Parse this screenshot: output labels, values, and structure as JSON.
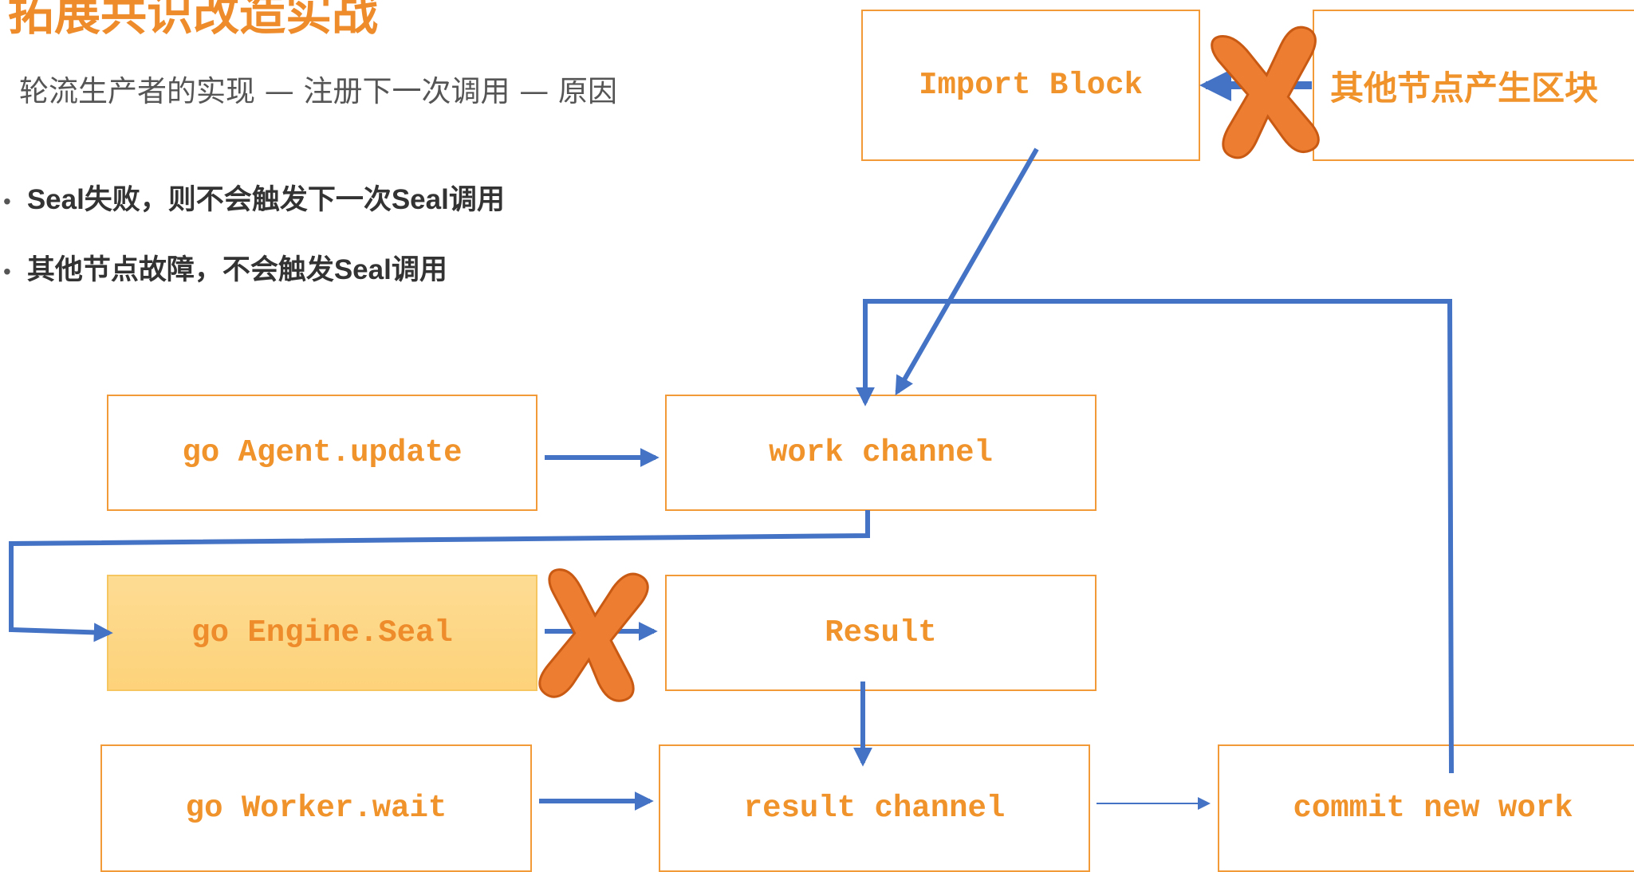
{
  "slide": {
    "title": "拓展共识改造实战",
    "subtitle": "轮流生产者的实现 — 注册下一次调用 — 原因",
    "bullets": [
      "Seal失败，则不会触发下一次Seal调用",
      "其他节点故障，不会触发Seal调用"
    ]
  },
  "diagram": {
    "nodes": {
      "import_block": "Import Block",
      "other_nodes": "其他节点产生区块",
      "agent_update": "go Agent.update",
      "work_channel": "work channel",
      "engine_seal": "go Engine.Seal",
      "result": "Result",
      "worker_wait": "go Worker.wait",
      "result_channel": "result channel",
      "commit_new_work": "commit new work"
    },
    "failed_links": [
      "other_nodes -> import_block",
      "engine_seal -> result"
    ]
  },
  "colors": {
    "accent_orange": "#f0932b",
    "box_border": "#f29a38",
    "arrow_blue": "#4472c4",
    "cross_orange": "#ed7d31",
    "highlight_fill": "#fdd27a"
  }
}
